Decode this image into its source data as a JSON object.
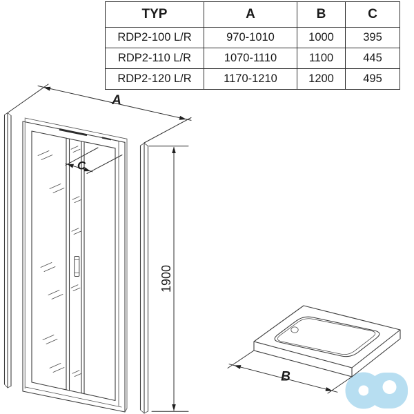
{
  "table": {
    "headers": [
      "TYP",
      "A",
      "B",
      "C"
    ],
    "rows": [
      [
        "RDP2-100 L/R",
        "970-1010",
        "1000",
        "395"
      ],
      [
        "RDP2-110 L/R",
        "1070-1110",
        "1100",
        "445"
      ],
      [
        "RDP2-120 L/R",
        "1170-1210",
        "1200",
        "495"
      ]
    ]
  },
  "diagram": {
    "door_width_label": "A",
    "door_fold_label": "C",
    "door_height_label": "1900",
    "tray_width_label": "B"
  },
  "logo_color": "#b7def1"
}
